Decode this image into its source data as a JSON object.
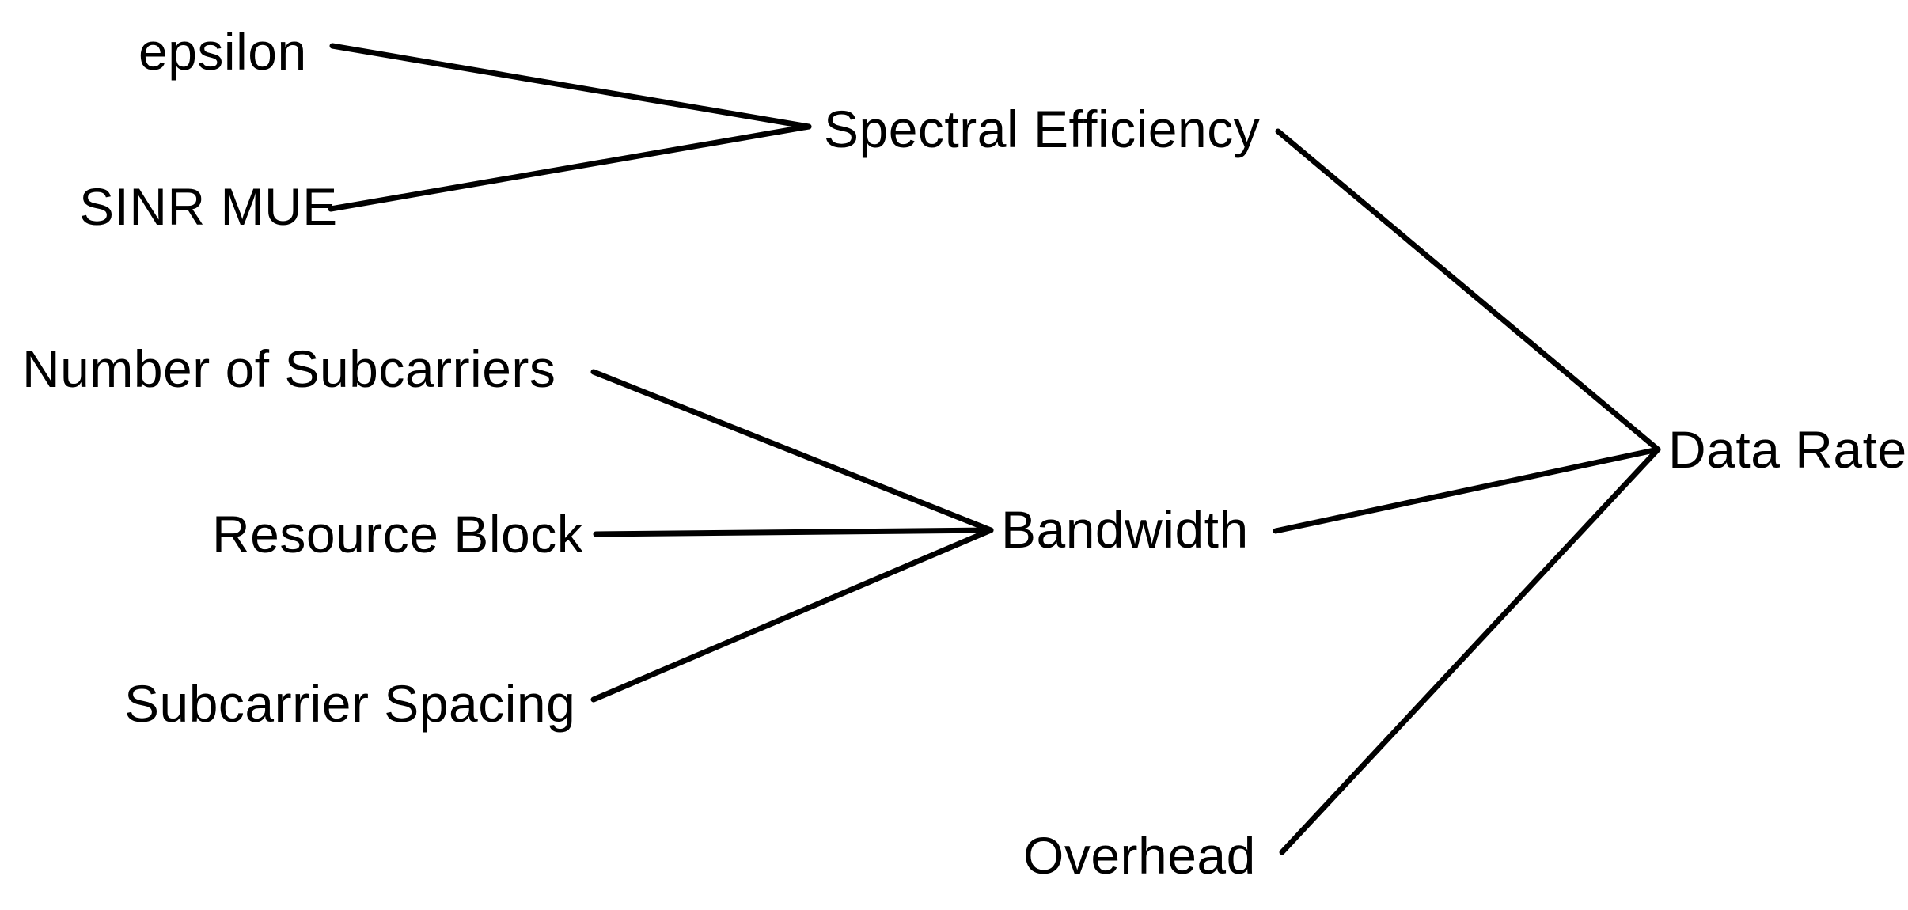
{
  "diagram": {
    "nodes": [
      {
        "id": "epsilon",
        "label": "epsilon"
      },
      {
        "id": "sinr-mue",
        "label": "SINR MUE"
      },
      {
        "id": "spectral-efficiency",
        "label": "Spectral Efficiency"
      },
      {
        "id": "number-of-subcarriers",
        "label": "Number of Subcarriers"
      },
      {
        "id": "resource-block",
        "label": "Resource Block"
      },
      {
        "id": "subcarrier-spacing",
        "label": "Subcarrier Spacing"
      },
      {
        "id": "bandwidth",
        "label": "Bandwidth"
      },
      {
        "id": "overhead",
        "label": "Overhead"
      },
      {
        "id": "data-rate",
        "label": "Data Rate"
      }
    ],
    "edges": [
      {
        "from": "epsilon",
        "to": "spectral-efficiency"
      },
      {
        "from": "sinr-mue",
        "to": "spectral-efficiency"
      },
      {
        "from": "number-of-subcarriers",
        "to": "bandwidth"
      },
      {
        "from": "resource-block",
        "to": "bandwidth"
      },
      {
        "from": "subcarrier-spacing",
        "to": "bandwidth"
      },
      {
        "from": "spectral-efficiency",
        "to": "data-rate"
      },
      {
        "from": "bandwidth",
        "to": "data-rate"
      },
      {
        "from": "overhead",
        "to": "data-rate"
      }
    ],
    "colors": {
      "background": "#ffffff",
      "line": "#000000",
      "text": "#000000"
    }
  }
}
